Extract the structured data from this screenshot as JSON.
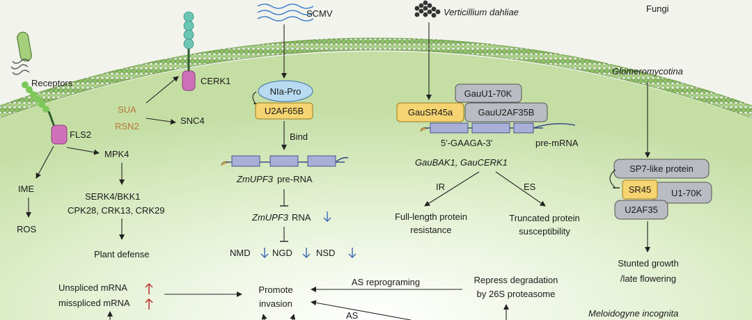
{
  "labels": {
    "fungi": "Fungi",
    "glomeromycotina": "Glomeromycotina",
    "receptors": "Receptors",
    "cerk1": "CERK1",
    "fls2": "FLS2",
    "sua": "SUA",
    "rsn2": "RSN2",
    "snc4": "SNC4",
    "mpk4": "MPK4",
    "ime": "IME",
    "ros": "ROS",
    "serk4": "SERK4/BKK1",
    "cpk": "CPK28, CRK13, CRK29",
    "plant_defense": "Plant defense",
    "scmv": "SCMV",
    "nla_pro": "NIa-Pro",
    "u2af65b": "U2AF65B",
    "bind": "Bind",
    "zmupf3_pre": "pre-RNA",
    "zmupf3_italic": "ZmUPF3",
    "zmupf3_rna": "RNA",
    "nmd": "NMD",
    "ngd": "NGD",
    "nsd": "NSD",
    "verticillium": "Verticillium dahliae",
    "gau_u1": "GauU1-70K",
    "gau_sr45a": "GauSR45a",
    "gau_u2af35b": "GauU2AF35B",
    "gaaga": "5'-GAAGA-3'",
    "pre_mrna": "pre-mRNA",
    "gaubak": "GauBAK1, GauCERK1",
    "ir": "IR",
    "es": "ES",
    "full_length_1": "Full-length protein",
    "full_length_2": "resistance",
    "truncated_1": "Truncated protein",
    "truncated_2": "susceptibility",
    "sp7": "SP7-like protein",
    "sr45": "SR45",
    "u1_70k": "U1-70K",
    "u2af35": "U2AF35",
    "stunted_1": "Stunted growth",
    "stunted_2": "/late flowering",
    "unspliced": "Unspliced mRNA",
    "misspliced": "misspliced mRNA",
    "promote_1": "Promote",
    "promote_2": "invasion",
    "as_reprog": "AS reprograming",
    "as_bottom": "AS",
    "repress_1": "Repress degradation",
    "repress_2": "by 26S proteasome",
    "meloidogyne": "Meloidogyne incognita"
  },
  "colors": {
    "cell_fill": "#cfe6b0",
    "membrane": "#7faa5a",
    "yellow_box": "#f6d472",
    "gray_box": "#b9bcc3",
    "blue_oval": "#b9dbf1",
    "exon": "#a9afd6",
    "up_arrow": "#b8302a",
    "down_arrow": "#3b66b0",
    "label_orange": "#b9783b"
  }
}
